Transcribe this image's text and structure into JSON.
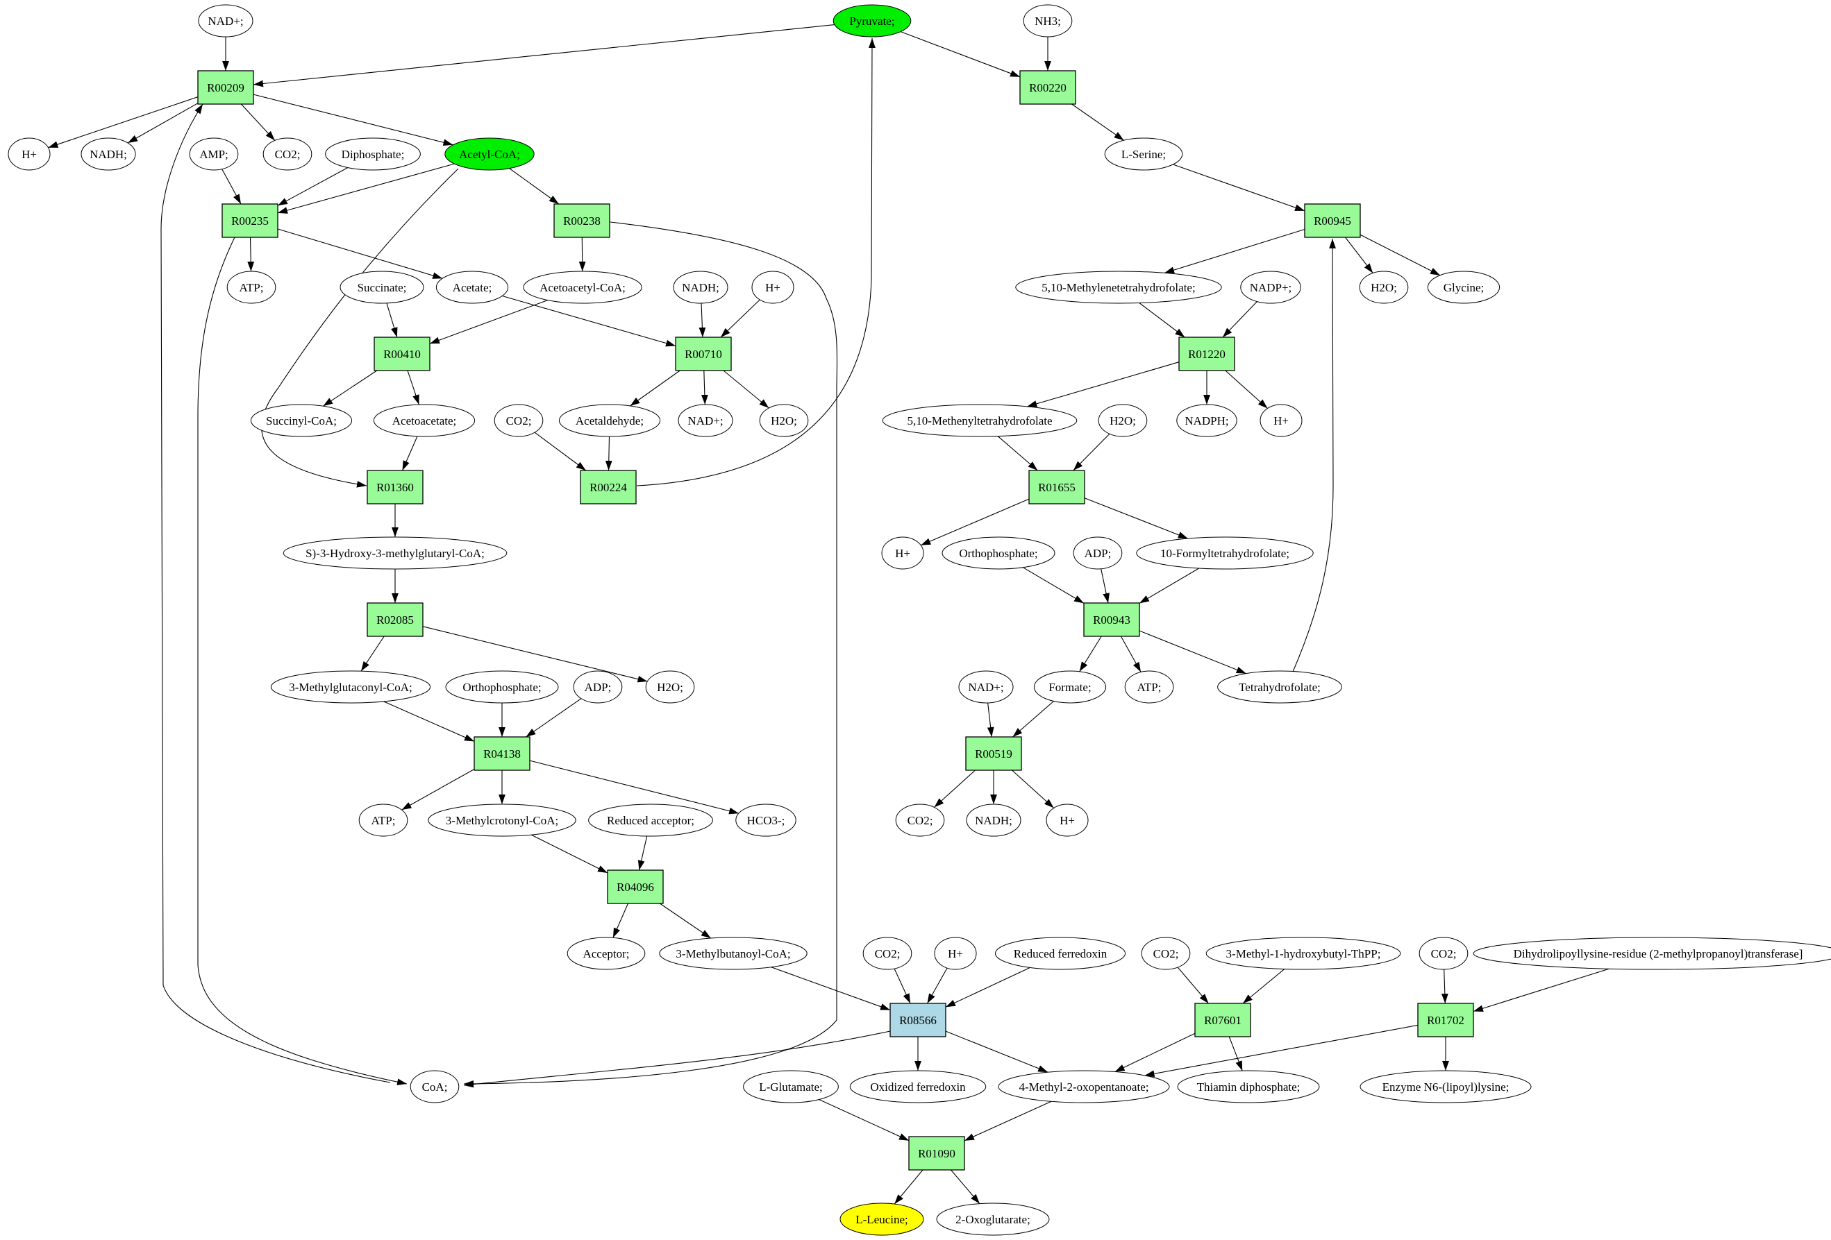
{
  "diagram": {
    "title": "L-Leucine biosynthesis pathway graph",
    "colors": {
      "reaction": "#98fb98",
      "reaction_highlight": "#add8e6",
      "source_compound": "#00ee00",
      "target_compound": "#ffff00",
      "compound": "#ffffff",
      "stroke": "#000000"
    },
    "nodes": [
      {
        "id": "nadp_top",
        "label": "NAD+;",
        "kind": "compound"
      },
      {
        "id": "pyruvate",
        "label": "Pyruvate;",
        "kind": "source_compound"
      },
      {
        "id": "nh3",
        "label": "NH3;",
        "kind": "compound"
      },
      {
        "id": "R00209",
        "label": "R00209",
        "kind": "reaction"
      },
      {
        "id": "R00220",
        "label": "R00220",
        "kind": "reaction"
      },
      {
        "id": "h_1",
        "label": "H+",
        "kind": "compound"
      },
      {
        "id": "nadh_1",
        "label": "NADH;",
        "kind": "compound"
      },
      {
        "id": "amp",
        "label": "AMP;",
        "kind": "compound"
      },
      {
        "id": "co2_1",
        "label": "CO2;",
        "kind": "compound"
      },
      {
        "id": "diphosphate",
        "label": "Diphosphate;",
        "kind": "compound"
      },
      {
        "id": "acetylcoa",
        "label": "Acetyl-CoA;",
        "kind": "source_compound"
      },
      {
        "id": "lserine",
        "label": "L-Serine;",
        "kind": "compound"
      },
      {
        "id": "R00235",
        "label": "R00235",
        "kind": "reaction"
      },
      {
        "id": "R00238",
        "label": "R00238",
        "kind": "reaction"
      },
      {
        "id": "R00945",
        "label": "R00945",
        "kind": "reaction"
      },
      {
        "id": "atp_1",
        "label": "ATP;",
        "kind": "compound"
      },
      {
        "id": "succinate",
        "label": "Succinate;",
        "kind": "compound"
      },
      {
        "id": "acetate",
        "label": "Acetate;",
        "kind": "compound"
      },
      {
        "id": "acetoacetylcoa",
        "label": "Acetoacetyl-CoA;",
        "kind": "compound"
      },
      {
        "id": "nadh_2",
        "label": "NADH;",
        "kind": "compound"
      },
      {
        "id": "h_2",
        "label": "H+",
        "kind": "compound"
      },
      {
        "id": "methylenethf",
        "label": "5,10-Methylenetetrahydrofolate;",
        "kind": "compound"
      },
      {
        "id": "nadpplus",
        "label": "NADP+;",
        "kind": "compound"
      },
      {
        "id": "h2o_1",
        "label": "H2O;",
        "kind": "compound"
      },
      {
        "id": "glycine",
        "label": "Glycine;",
        "kind": "compound"
      },
      {
        "id": "R00410",
        "label": "R00410",
        "kind": "reaction"
      },
      {
        "id": "R00710",
        "label": "R00710",
        "kind": "reaction"
      },
      {
        "id": "R01220",
        "label": "R01220",
        "kind": "reaction"
      },
      {
        "id": "succinylcoa",
        "label": "Succinyl-CoA;",
        "kind": "compound"
      },
      {
        "id": "acetoacetate",
        "label": "Acetoacetate;",
        "kind": "compound"
      },
      {
        "id": "co2_2",
        "label": "CO2;",
        "kind": "compound"
      },
      {
        "id": "acetaldehyde",
        "label": "Acetaldehyde;",
        "kind": "compound"
      },
      {
        "id": "nadplus_2",
        "label": "NAD+;",
        "kind": "compound"
      },
      {
        "id": "h2o_2",
        "label": "H2O;",
        "kind": "compound"
      },
      {
        "id": "methenylthf",
        "label": "5,10-Methenyltetrahydrofolate",
        "kind": "compound"
      },
      {
        "id": "h2o_3",
        "label": "H2O;",
        "kind": "compound"
      },
      {
        "id": "nadph",
        "label": "NADPH;",
        "kind": "compound"
      },
      {
        "id": "h_3",
        "label": "H+",
        "kind": "compound"
      },
      {
        "id": "R01360",
        "label": "R01360",
        "kind": "reaction"
      },
      {
        "id": "R00224",
        "label": "R00224",
        "kind": "reaction"
      },
      {
        "id": "R01655",
        "label": "R01655",
        "kind": "reaction"
      },
      {
        "id": "hmgcoa",
        "label": "S)-3-Hydroxy-3-methylglutaryl-CoA;",
        "kind": "compound"
      },
      {
        "id": "h_4",
        "label": "H+",
        "kind": "compound"
      },
      {
        "id": "orthophosphate_1",
        "label": "Orthophosphate;",
        "kind": "compound"
      },
      {
        "id": "adp_1",
        "label": "ADP;",
        "kind": "compound"
      },
      {
        "id": "formylthf",
        "label": "10-Formyltetrahydrofolate;",
        "kind": "compound"
      },
      {
        "id": "R02085",
        "label": "R02085",
        "kind": "reaction"
      },
      {
        "id": "R00943",
        "label": "R00943",
        "kind": "reaction"
      },
      {
        "id": "methylglutaconylcoa",
        "label": "3-Methylglutaconyl-CoA;",
        "kind": "compound"
      },
      {
        "id": "orthophosphate_2",
        "label": "Orthophosphate;",
        "kind": "compound"
      },
      {
        "id": "adp_2",
        "label": "ADP;",
        "kind": "compound"
      },
      {
        "id": "h2o_4",
        "label": "H2O;",
        "kind": "compound"
      },
      {
        "id": "nadplus_3",
        "label": "NAD+;",
        "kind": "compound"
      },
      {
        "id": "formate",
        "label": "Formate;",
        "kind": "compound"
      },
      {
        "id": "atp_2",
        "label": "ATP;",
        "kind": "compound"
      },
      {
        "id": "thf",
        "label": "Tetrahydrofolate;",
        "kind": "compound"
      },
      {
        "id": "R04138",
        "label": "R04138",
        "kind": "reaction"
      },
      {
        "id": "R00519",
        "label": "R00519",
        "kind": "reaction"
      },
      {
        "id": "atp_3",
        "label": "ATP;",
        "kind": "compound"
      },
      {
        "id": "methylcrotonylcoa",
        "label": "3-Methylcrotonyl-CoA;",
        "kind": "compound"
      },
      {
        "id": "reducedacceptor",
        "label": "Reduced acceptor;",
        "kind": "compound"
      },
      {
        "id": "hco3",
        "label": "HCO3-;",
        "kind": "compound"
      },
      {
        "id": "co2_3",
        "label": "CO2;",
        "kind": "compound"
      },
      {
        "id": "nadh_3",
        "label": "NADH;",
        "kind": "compound"
      },
      {
        "id": "h_5",
        "label": "H+",
        "kind": "compound"
      },
      {
        "id": "R04096",
        "label": "R04096",
        "kind": "reaction"
      },
      {
        "id": "acceptor",
        "label": "Acceptor;",
        "kind": "compound"
      },
      {
        "id": "methylbutanoylcoa",
        "label": "3-Methylbutanoyl-CoA;",
        "kind": "compound"
      },
      {
        "id": "co2_4",
        "label": "CO2;",
        "kind": "compound"
      },
      {
        "id": "h_6",
        "label": "H+",
        "kind": "compound"
      },
      {
        "id": "reducedferredoxin",
        "label": "Reduced ferredoxin",
        "kind": "compound"
      },
      {
        "id": "co2_5",
        "label": "CO2;",
        "kind": "compound"
      },
      {
        "id": "methylhydroxybutylthpp",
        "label": "3-Methyl-1-hydroxybutyl-ThPP;",
        "kind": "compound"
      },
      {
        "id": "co2_6",
        "label": "CO2;",
        "kind": "compound"
      },
      {
        "id": "dihydrolipoyllysine",
        "label": "Dihydrolipoyllysine-residue (2-methylpropanoyl)transferase]",
        "kind": "compound"
      },
      {
        "id": "R08566",
        "label": "R08566",
        "kind": "reaction_highlight"
      },
      {
        "id": "R07601",
        "label": "R07601",
        "kind": "reaction"
      },
      {
        "id": "R01702",
        "label": "R01702",
        "kind": "reaction"
      },
      {
        "id": "coa",
        "label": "CoA;",
        "kind": "compound"
      },
      {
        "id": "lglutamate",
        "label": "L-Glutamate;",
        "kind": "compound"
      },
      {
        "id": "oxidizedferredoxin",
        "label": "Oxidized ferredoxin",
        "kind": "compound"
      },
      {
        "id": "methyloxopentanoate",
        "label": "4-Methyl-2-oxopentanoate;",
        "kind": "compound"
      },
      {
        "id": "thiamindiphosphate",
        "label": "Thiamin diphosphate;",
        "kind": "compound"
      },
      {
        "id": "enzymelipoyllysine",
        "label": "Enzyme N6-(lipoyl)lysine;",
        "kind": "compound"
      },
      {
        "id": "R01090",
        "label": "R01090",
        "kind": "reaction"
      },
      {
        "id": "lleucine",
        "label": "L-Leucine;",
        "kind": "target_compound"
      },
      {
        "id": "oxoglutarate",
        "label": "2-Oxoglutarate;",
        "kind": "compound"
      }
    ],
    "edges": [
      {
        "from": "nadp_top",
        "to": "R00209"
      },
      {
        "from": "pyruvate",
        "to": "R00209"
      },
      {
        "from": "coa",
        "to": "R00209"
      },
      {
        "from": "R00209",
        "to": "h_1"
      },
      {
        "from": "R00209",
        "to": "nadh_1"
      },
      {
        "from": "R00209",
        "to": "co2_1"
      },
      {
        "from": "R00209",
        "to": "acetylcoa"
      },
      {
        "from": "pyruvate",
        "to": "R00220"
      },
      {
        "from": "nh3",
        "to": "R00220"
      },
      {
        "from": "R00220",
        "to": "lserine"
      },
      {
        "from": "amp",
        "to": "R00235"
      },
      {
        "from": "diphosphate",
        "to": "R00235"
      },
      {
        "from": "acetylcoa",
        "to": "R00235"
      },
      {
        "from": "R00235",
        "to": "atp_1"
      },
      {
        "from": "R00235",
        "to": "acetate"
      },
      {
        "from": "R00235",
        "to": "coa"
      },
      {
        "from": "acetylcoa",
        "to": "R00238"
      },
      {
        "from": "acetylcoa",
        "to": "R01360"
      },
      {
        "from": "R00238",
        "to": "acetoacetylcoa"
      },
      {
        "from": "R00238",
        "to": "coa"
      },
      {
        "from": "lserine",
        "to": "R00945"
      },
      {
        "from": "thf",
        "to": "R00945"
      },
      {
        "from": "R00945",
        "to": "methylenethf"
      },
      {
        "from": "R00945",
        "to": "h2o_1"
      },
      {
        "from": "R00945",
        "to": "glycine"
      },
      {
        "from": "succinate",
        "to": "R00410"
      },
      {
        "from": "acetoacetylcoa",
        "to": "R00410"
      },
      {
        "from": "R00410",
        "to": "succinylcoa"
      },
      {
        "from": "R00410",
        "to": "acetoacetate"
      },
      {
        "from": "acetate",
        "to": "R00710"
      },
      {
        "from": "nadh_2",
        "to": "R00710"
      },
      {
        "from": "h_2",
        "to": "R00710"
      },
      {
        "from": "R00710",
        "to": "acetaldehyde"
      },
      {
        "from": "R00710",
        "to": "nadplus_2"
      },
      {
        "from": "R00710",
        "to": "h2o_2"
      },
      {
        "from": "methylenethf",
        "to": "R01220"
      },
      {
        "from": "nadpplus",
        "to": "R01220"
      },
      {
        "from": "R01220",
        "to": "methenylthf"
      },
      {
        "from": "R01220",
        "to": "nadph"
      },
      {
        "from": "R01220",
        "to": "h_3"
      },
      {
        "from": "acetoacetate",
        "to": "R01360"
      },
      {
        "from": "R01360",
        "to": "hmgcoa"
      },
      {
        "from": "co2_2",
        "to": "R00224"
      },
      {
        "from": "acetaldehyde",
        "to": "R00224"
      },
      {
        "from": "R00224",
        "to": "pyruvate"
      },
      {
        "from": "methenylthf",
        "to": "R01655"
      },
      {
        "from": "h2o_3",
        "to": "R01655"
      },
      {
        "from": "R01655",
        "to": "h_4"
      },
      {
        "from": "R01655",
        "to": "formylthf"
      },
      {
        "from": "hmgcoa",
        "to": "R02085"
      },
      {
        "from": "R02085",
        "to": "methylglutaconylcoa"
      },
      {
        "from": "R02085",
        "to": "h2o_4"
      },
      {
        "from": "orthophosphate_1",
        "to": "R00943"
      },
      {
        "from": "adp_1",
        "to": "R00943"
      },
      {
        "from": "formylthf",
        "to": "R00943"
      },
      {
        "from": "R00943",
        "to": "formate"
      },
      {
        "from": "R00943",
        "to": "atp_2"
      },
      {
        "from": "R00943",
        "to": "thf"
      },
      {
        "from": "methylglutaconylcoa",
        "to": "R04138"
      },
      {
        "from": "orthophosphate_2",
        "to": "R04138"
      },
      {
        "from": "adp_2",
        "to": "R04138"
      },
      {
        "from": "R04138",
        "to": "atp_3"
      },
      {
        "from": "R04138",
        "to": "methylcrotonylcoa"
      },
      {
        "from": "R04138",
        "to": "hco3"
      },
      {
        "from": "nadplus_3",
        "to": "R00519"
      },
      {
        "from": "formate",
        "to": "R00519"
      },
      {
        "from": "R00519",
        "to": "co2_3"
      },
      {
        "from": "R00519",
        "to": "nadh_3"
      },
      {
        "from": "R00519",
        "to": "h_5"
      },
      {
        "from": "methylcrotonylcoa",
        "to": "R04096"
      },
      {
        "from": "reducedacceptor",
        "to": "R04096"
      },
      {
        "from": "R04096",
        "to": "acceptor"
      },
      {
        "from": "R04096",
        "to": "methylbutanoylcoa"
      },
      {
        "from": "methylbutanoylcoa",
        "to": "R08566"
      },
      {
        "from": "co2_4",
        "to": "R08566"
      },
      {
        "from": "h_6",
        "to": "R08566"
      },
      {
        "from": "reducedferredoxin",
        "to": "R08566"
      },
      {
        "from": "R08566",
        "to": "coa"
      },
      {
        "from": "R08566",
        "to": "oxidizedferredoxin"
      },
      {
        "from": "R08566",
        "to": "methyloxopentanoate"
      },
      {
        "from": "co2_5",
        "to": "R07601"
      },
      {
        "from": "methylhydroxybutylthpp",
        "to": "R07601"
      },
      {
        "from": "R07601",
        "to": "methyloxopentanoate"
      },
      {
        "from": "R07601",
        "to": "thiamindiphosphate"
      },
      {
        "from": "co2_6",
        "to": "R01702"
      },
      {
        "from": "dihydrolipoyllysine",
        "to": "R01702"
      },
      {
        "from": "R01702",
        "to": "methyloxopentanoate"
      },
      {
        "from": "R01702",
        "to": "enzymelipoyllysine"
      },
      {
        "from": "lglutamate",
        "to": "R01090"
      },
      {
        "from": "methyloxopentanoate",
        "to": "R01090"
      },
      {
        "from": "R01090",
        "to": "lleucine"
      },
      {
        "from": "R01090",
        "to": "oxoglutarate"
      }
    ]
  }
}
